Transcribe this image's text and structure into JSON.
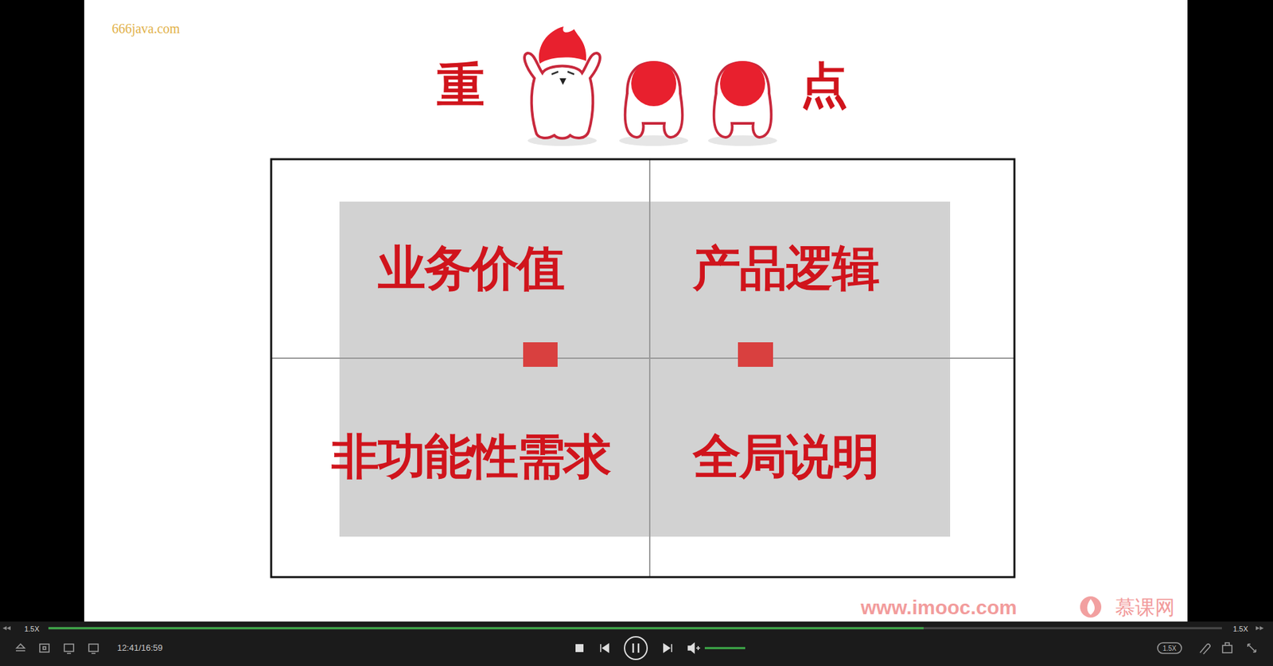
{
  "diagram": {
    "nodes": [
      {
        "text": [
          "业务价值"
        ]
      },
      {
        "text": [
          "产品逻辑"
        ]
      },
      {
        "text": [
          "非功能性需求"
        ]
      },
      {
        "text": [
          "全局说明"
        ]
      }
    ],
    "labels": [
      "重",
      "点",
      "666java.com",
      "www.imooc.com",
      "慕课网",
      "1.5X",
      "1.5X",
      "12:41/16:59",
      "1.5X"
    ]
  }
}
